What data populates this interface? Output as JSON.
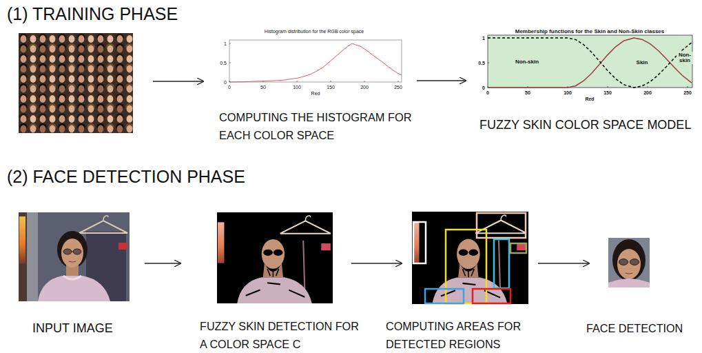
{
  "diagram": {
    "nodes": [
      {
        "text": [
          "Histogram distribution for the RGB color space",
          "COMPUTING THE HISTOGRAM FOR EACH COLOR SPACE"
        ]
      },
      {
        "text": [
          "Membership functions for the Skin and Non-Skin classes",
          "FUZZY SKIN COLOR SPACE MODEL"
        ]
      },
      {
        "text": [
          "INPUT IMAGE"
        ]
      },
      {
        "text": [
          "FUZZY SKIN DETECTION FOR A COLOR SPACE C"
        ]
      },
      {
        "text": [
          "COMPUTING AREAS FOR DETECTED REGIONS"
        ]
      },
      {
        "text": [
          "FACE DETECTION"
        ]
      }
    ],
    "edges": [
      {
        "from": 0,
        "to": 1,
        "arrow": "to"
      },
      {
        "from": 2,
        "to": 3,
        "arrow": "to"
      },
      {
        "from": 3,
        "to": 4,
        "arrow": "to"
      },
      {
        "from": 4,
        "to": 5,
        "arrow": "to"
      }
    ],
    "labels": [
      "(1) TRAINING PHASE",
      "(2) FACE DETECTION PHASE",
      "0",
      "0.5",
      "1",
      "0",
      "50",
      "100",
      "150",
      "200",
      "250",
      "Red",
      "0",
      "0.5",
      "1",
      "0",
      "50",
      "100",
      "150",
      "200",
      "250",
      "Red",
      "Non-skin",
      "Skin",
      "Non-skin"
    ]
  }
}
